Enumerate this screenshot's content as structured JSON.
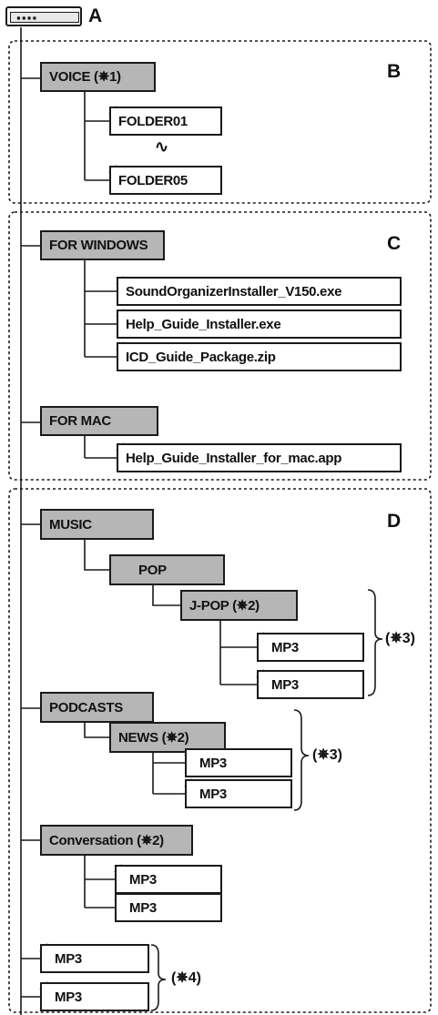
{
  "root_label": "A",
  "device_icon": "memory-card-icon",
  "sections": {
    "voice": {
      "label": "B",
      "folder": "VOICE (✵1)",
      "items": [
        "FOLDER01",
        "FOLDER05"
      ],
      "ellipsis": "∿"
    },
    "windows": {
      "label": "C",
      "folder": "FOR WINDOWS",
      "items": [
        "SoundOrganizerInstaller_V150.exe",
        "Help_Guide_Installer.exe",
        "ICD_Guide_Package.zip"
      ]
    },
    "mac": {
      "folder": "FOR MAC",
      "items": [
        "Help_Guide_Installer_for_mac.app"
      ]
    },
    "music": {
      "label": "D",
      "folder": "MUSIC",
      "subfolder": "POP",
      "subsubfolder": "J-POP (✵2)",
      "files": [
        "MP3",
        "MP3"
      ],
      "note": "(✵3)"
    },
    "podcasts": {
      "folder": "PODCASTS",
      "subfolder": "NEWS (✵2)",
      "files": [
        "MP3",
        "MP3"
      ],
      "note": "(✵3)"
    },
    "conversation": {
      "folder": "Conversation (✵2)",
      "files": [
        "MP3",
        "MP3"
      ]
    },
    "root_files": {
      "files": [
        "MP3",
        "MP3"
      ],
      "note": "(✵4)"
    }
  }
}
